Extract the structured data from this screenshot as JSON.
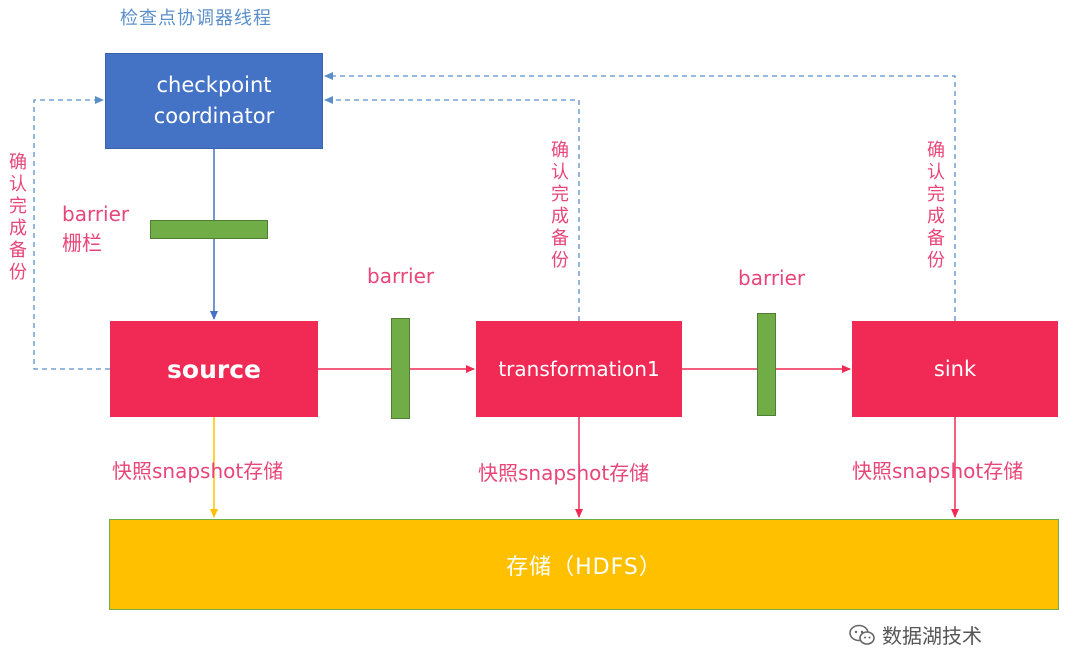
{
  "title": "检查点协调器线程",
  "coordinator": {
    "label": "checkpoint\ncoordinator"
  },
  "operators": {
    "source": "source",
    "transformation": "transformation1",
    "sink": "sink"
  },
  "barrier_labels": {
    "first_line1": "barrier",
    "first_line2": "栅栏",
    "second": "barrier",
    "third": "barrier"
  },
  "ack_chars": [
    "确",
    "认",
    "完",
    "成",
    "备",
    "份"
  ],
  "snapshot_labels": {
    "source": "快照snapshot存储",
    "transformation": "快照snapshot存储",
    "sink": "快照snapshot存储"
  },
  "storage": {
    "label": "存储（HDFS）"
  },
  "watermark": {
    "text": "数据湖技术",
    "icon": "wechat-icon"
  },
  "colors": {
    "coordinator": "#4472C4",
    "operator": "#F02A55",
    "barrier": "#70AD47",
    "storage": "#FFC000",
    "label_pink": "#E8467A",
    "title_blue": "#5B8FC9"
  }
}
